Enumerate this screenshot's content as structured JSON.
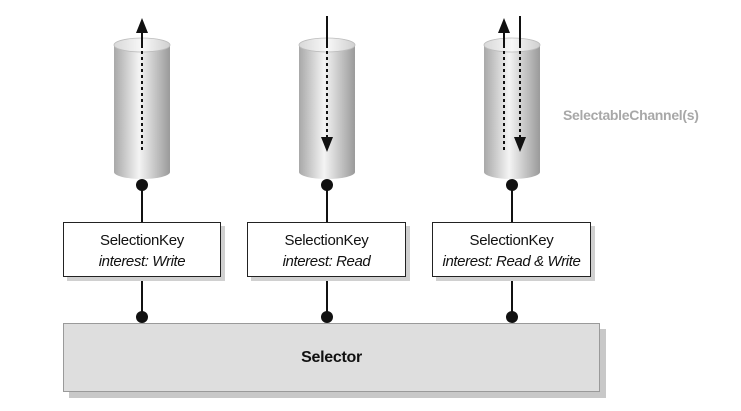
{
  "channels_label": "SelectableChannel(s)",
  "selector": {
    "label": "Selector"
  },
  "keys": [
    {
      "title": "SelectionKey",
      "interest": "interest: Write",
      "direction": "out"
    },
    {
      "title": "SelectionKey",
      "interest": "interest: Read",
      "direction": "in"
    },
    {
      "title": "SelectionKey",
      "interest": "interest: Read & Write",
      "direction": "both"
    }
  ],
  "colors": {
    "line": "#111111",
    "cylinder_light": "#f4f4f4",
    "cylinder_dark": "#9e9e9e",
    "selector_fill": "#dedede",
    "channels_label": "#a8a8a8"
  }
}
